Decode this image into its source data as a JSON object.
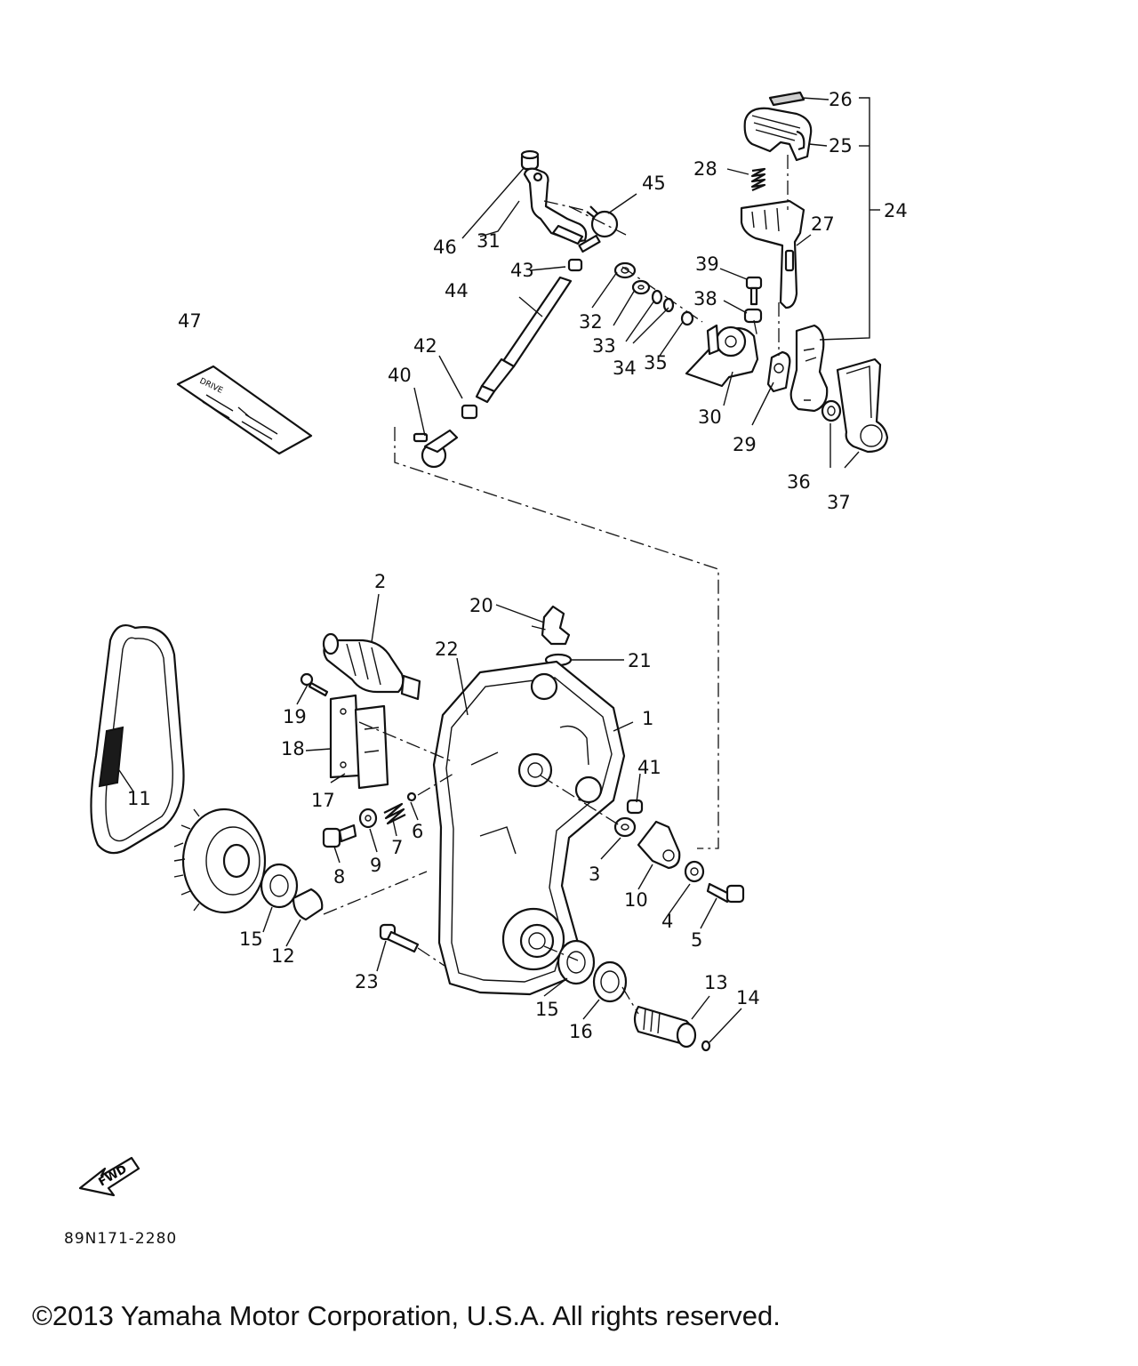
{
  "diagram": {
    "callouts": [
      "1",
      "2",
      "3",
      "4",
      "5",
      "6",
      "7",
      "8",
      "9",
      "10",
      "11",
      "12",
      "13",
      "14",
      "15",
      "15b",
      "16",
      "17",
      "18",
      "19",
      "20",
      "21",
      "22",
      "23",
      "24",
      "25",
      "26",
      "27",
      "28",
      "29",
      "30",
      "31",
      "32",
      "33",
      "34",
      "35",
      "36",
      "37",
      "38",
      "39",
      "40",
      "41",
      "42",
      "43",
      "44",
      "45",
      "46",
      "47"
    ],
    "labels": {
      "1": "1",
      "2": "2",
      "3": "3",
      "4": "4",
      "5": "5",
      "6": "6",
      "7": "7",
      "8": "8",
      "9": "9",
      "10": "10",
      "11": "11",
      "12": "12",
      "13": "13",
      "14": "14",
      "15": "15",
      "15b": "15",
      "16": "16",
      "17": "17",
      "18": "18",
      "19": "19",
      "20": "20",
      "21": "21",
      "22": "22",
      "23": "23",
      "24": "24",
      "25": "25",
      "26": "26",
      "27": "27",
      "28": "28",
      "29": "29",
      "30": "30",
      "31": "31",
      "32": "32",
      "33": "33",
      "34": "34",
      "35": "35",
      "36": "36",
      "37": "37",
      "38": "38",
      "39": "39",
      "40": "40",
      "41": "41",
      "42": "42",
      "43": "43",
      "44": "44",
      "45": "45",
      "46": "46",
      "47": "47"
    },
    "fwd_label": "FWD",
    "decal_heading": "DRIVE"
  },
  "drawing_code": "89N171-2280",
  "copyright": "©2013 Yamaha Motor Corporation, U.S.A. All rights reserved."
}
